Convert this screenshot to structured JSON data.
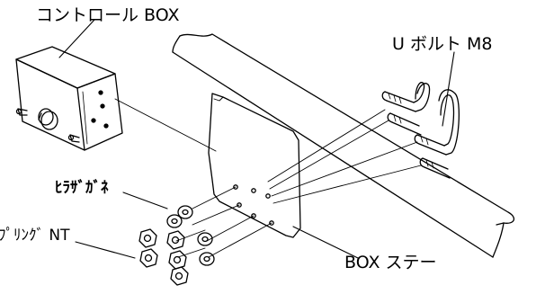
{
  "labels": {
    "control_box": "コントロール BOX",
    "u_bolt": "U ボルト M8",
    "flat_washer": "ﾋﾗｻﾞｶﾞﾈ",
    "spring_nut": "ﾌﾟﾘﾝｸﾞ NT",
    "box_stay": "BOX ステー"
  },
  "colors": {
    "line": "#000000",
    "background": "#ffffff"
  }
}
